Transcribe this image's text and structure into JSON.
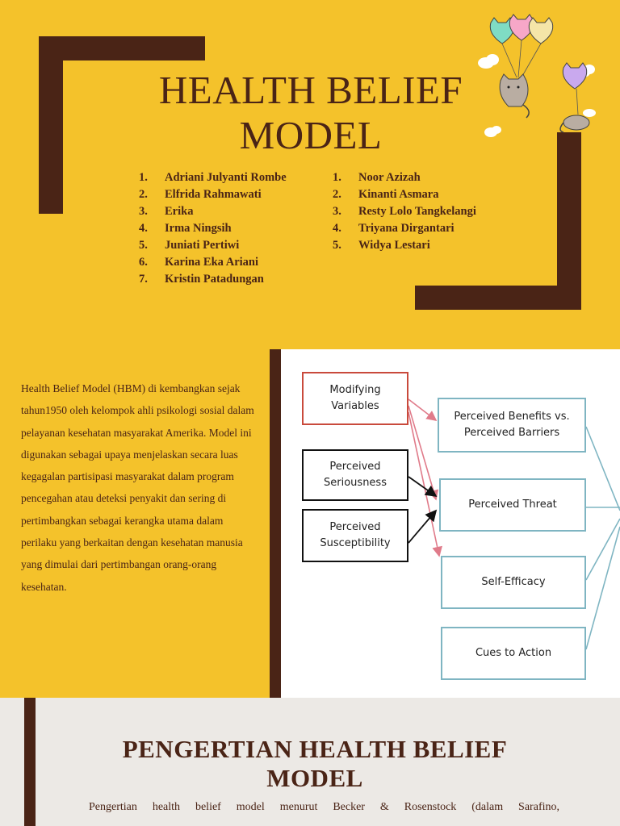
{
  "slide1": {
    "title_line1": "HEALTH BELIEF",
    "title_line2": "MODEL",
    "members_left": [
      {
        "num": "1.",
        "name": "Adriani Julyanti Rombe"
      },
      {
        "num": "2.",
        "name": "Elfrida Rahmawati"
      },
      {
        "num": "3.",
        "name": "Erika"
      },
      {
        "num": "4.",
        "name": "Irma Ningsih"
      },
      {
        "num": "5.",
        "name": "Juniati Pertiwi"
      },
      {
        "num": "6.",
        "name": "Karina Eka Ariani"
      },
      {
        "num": "7.",
        "name": "Kristin Patadungan"
      }
    ],
    "members_right": [
      {
        "num": "1.",
        "name": "Noor Azizah"
      },
      {
        "num": "2.",
        "name": "Kinanti Asmara"
      },
      {
        "num": "3.",
        "name": "Resty Lolo Tangkelangi"
      },
      {
        "num": "4.",
        "name": "Triyana Dirgantari"
      },
      {
        "num": "5.",
        "name": "Widya Lestari"
      }
    ]
  },
  "slide2": {
    "paragraph": "Health Belief Model (HBM) di kembangkan sejak tahun1950 oleh kelompok ahli psikologi sosial dalam pelayanan kesehatan masyarakat Amerika. Model ini digunakan sebagai upaya menjelaskan secara luas kegagalan partisipasi masyarakat dalam program pencegahan atau deteksi penyakit dan sering di pertimbangkan sebagai kerangka utama dalam perilaku yang berkaitan dengan kesehatan manusia yang dimulai dari pertimbangan orang-orang kesehatan.",
    "diagram": {
      "modifying_l1": "Modifying",
      "modifying_l2": "Variables",
      "seriousness_l1": "Perceived",
      "seriousness_l2": "Seriousness",
      "susceptibility_l1": "Perceived",
      "susceptibility_l2": "Susceptibility",
      "benefits_l1": "Perceived Benefits vs.",
      "benefits_l2": "Perceived Barriers",
      "threat": "Perceived Threat",
      "self_efficacy": "Self-Efficacy",
      "cues": "Cues to Action"
    }
  },
  "slide3": {
    "title_line1": "PENGERTIAN HEALTH BELIEF",
    "title_line2": "MODEL",
    "text": "Pengertian health belief model menurut Becker & Rosenstock (dalam Sarafino,"
  },
  "colors": {
    "background": "#f4c22b",
    "brown": "#4a2416",
    "light_gray": "#ece9e5",
    "red_border": "#c94a3c",
    "teal_border": "#7fb5c2"
  }
}
